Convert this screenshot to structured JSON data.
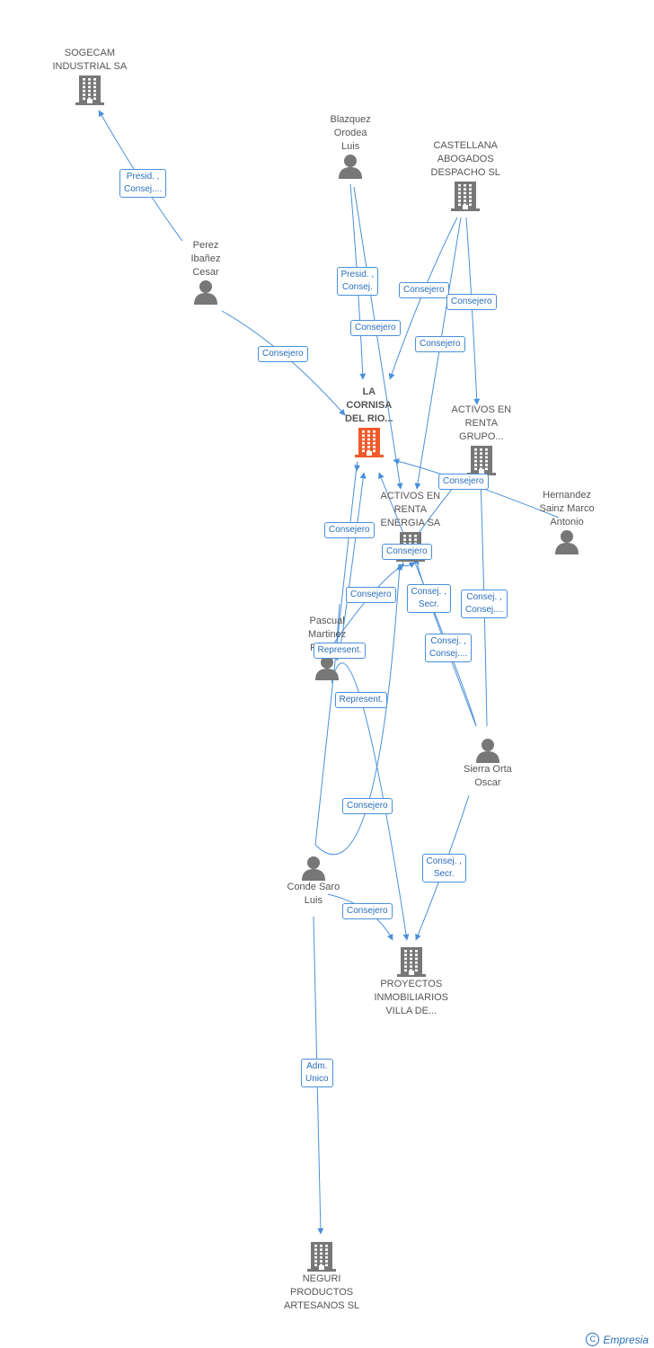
{
  "colors": {
    "edge": "#4a90d9",
    "node_icon": "#777777",
    "focus_icon": "#f15a2b"
  },
  "nodes": [
    {
      "id": "sogecam",
      "type": "company",
      "label": "SOGECAM\nINDUSTRIAL SA"
    },
    {
      "id": "blazquez",
      "type": "person",
      "label": "Blazquez\nOrodea\nLuis"
    },
    {
      "id": "castellana",
      "type": "company",
      "label": "CASTELLANA\nABOGADOS\nDESPACHO SL"
    },
    {
      "id": "perez",
      "type": "person",
      "label": "Perez\nIbañez\nCesar"
    },
    {
      "id": "lacornisa",
      "type": "company",
      "label": "LA\nCORNISA\nDEL RIO...",
      "focus": true
    },
    {
      "id": "activos_grupo",
      "type": "company",
      "label": "ACTIVOS EN\nRENTA\nGRUPO..."
    },
    {
      "id": "hernandez",
      "type": "person",
      "label": "Hernandez\nSainz Marco\nAntonio"
    },
    {
      "id": "activos_energia",
      "type": "company",
      "label": "ACTIVOS EN\nRENTA\nENERGIA SA"
    },
    {
      "id": "pascual",
      "type": "person",
      "label": "Pascual\nMartinez\nRicardo"
    },
    {
      "id": "sierra",
      "type": "person",
      "label": "Sierra Orta\nOscar"
    },
    {
      "id": "conde",
      "type": "person",
      "label": "Conde Saro\nLuis"
    },
    {
      "id": "proyectos",
      "type": "company",
      "label": "PROYECTOS\nINMOBILIARIOS\nVILLA DE..."
    },
    {
      "id": "neguri",
      "type": "company",
      "label": "NEGURI\nPRODUCTOS\nARTESANOS SL"
    }
  ],
  "edges": [
    {
      "from": "perez",
      "to": "sogecam",
      "label": "Presid. ,\nConsej...."
    },
    {
      "from": "perez",
      "to": "lacornisa",
      "label": "Consejero"
    },
    {
      "from": "blazquez",
      "to": "lacornisa",
      "label": "Presid. ,\nConsej."
    },
    {
      "from": "blazquez",
      "to": "activos_energia",
      "label": "Consejero"
    },
    {
      "from": "castellana",
      "to": "lacornisa",
      "label": "Consejero"
    },
    {
      "from": "castellana",
      "to": "activos_grupo",
      "label": "Consejero"
    },
    {
      "from": "castellana",
      "to": "activos_energia",
      "label": "Consejero"
    },
    {
      "from": "hernandez",
      "to": "lacornisa",
      "label": "Consejero"
    },
    {
      "from": "conde",
      "to": "lacornisa",
      "label": "Consejero"
    },
    {
      "from": "activos_grupo",
      "to": "activos_energia",
      "label": "Consejero"
    },
    {
      "from": "pascual",
      "to": "activos_energia",
      "label": "Consejero"
    },
    {
      "from": "sierra",
      "to": "activos_energia",
      "label": "Consej. ,\nSecr."
    },
    {
      "from": "sierra",
      "to": "activos_grupo",
      "label": "Consej. ,\nConsej...."
    },
    {
      "from": "sierra",
      "to": "lacornisa",
      "label": "Consej. ,\nConsej...."
    },
    {
      "from": "pascual",
      "to": "lacornisa",
      "label": "Represent."
    },
    {
      "from": "pascual",
      "to": "proyectos",
      "label": "Represent."
    },
    {
      "from": "conde",
      "to": "activos_energia",
      "label": "Consejero"
    },
    {
      "from": "sierra",
      "to": "proyectos",
      "label": "Consej. ,\nSecr."
    },
    {
      "from": "conde",
      "to": "proyectos",
      "label": "Consejero"
    },
    {
      "from": "conde",
      "to": "neguri",
      "label": "Adm.\nUnico"
    }
  ],
  "footer": {
    "copyright_symbol": "C",
    "brand": "Empresia"
  }
}
